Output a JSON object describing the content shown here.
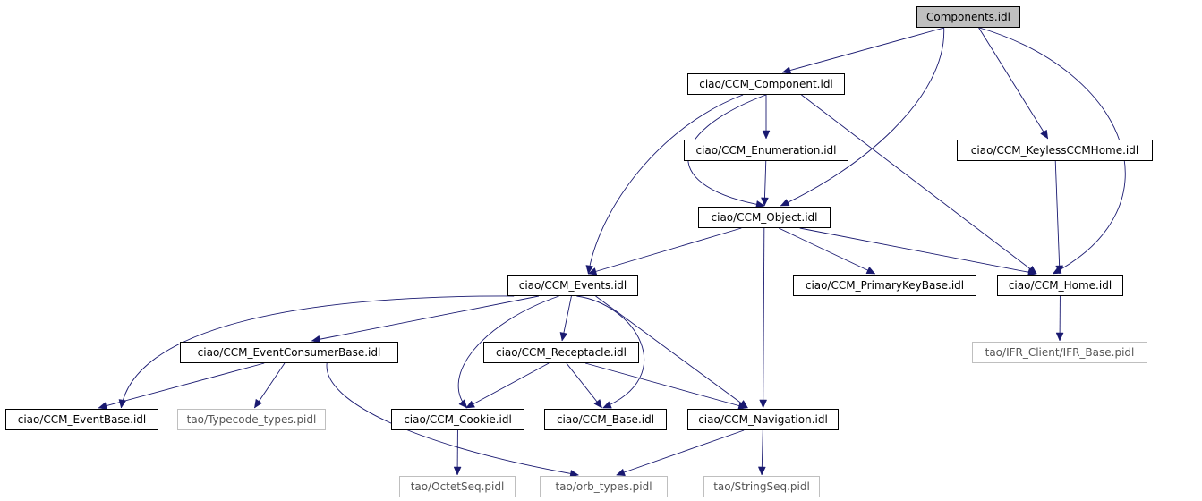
{
  "nodes": {
    "components": "Components.idl",
    "ccm_component": "ciao/CCM_Component.idl",
    "ccm_enumeration": "ciao/CCM_Enumeration.idl",
    "ccm_keylessccmhome": "ciao/CCM_KeylessCCMHome.idl",
    "ccm_object": "ciao/CCM_Object.idl",
    "ccm_events": "ciao/CCM_Events.idl",
    "ccm_primarykeybase": "ciao/CCM_PrimaryKeyBase.idl",
    "ccm_home": "ciao/CCM_Home.idl",
    "ccm_eventconsumerbase": "ciao/CCM_EventConsumerBase.idl",
    "ccm_receptacle": "ciao/CCM_Receptacle.idl",
    "ifr_base": "tao/IFR_Client/IFR_Base.pidl",
    "ccm_eventbase": "ciao/CCM_EventBase.idl",
    "typecode_types": "tao/Typecode_types.pidl",
    "ccm_cookie": "ciao/CCM_Cookie.idl",
    "ccm_base": "ciao/CCM_Base.idl",
    "ccm_navigation": "ciao/CCM_Navigation.idl",
    "octetseq": "tao/OctetSeq.pidl",
    "orb_types": "tao/orb_types.pidl",
    "stringseq": "tao/StringSeq.pidl"
  },
  "edges": [
    [
      "components",
      "ccm_component"
    ],
    [
      "components",
      "ccm_object"
    ],
    [
      "components",
      "ccm_keylessccmhome"
    ],
    [
      "components",
      "ccm_home"
    ],
    [
      "ccm_component",
      "ccm_enumeration"
    ],
    [
      "ccm_component",
      "ccm_object"
    ],
    [
      "ccm_component",
      "ccm_events"
    ],
    [
      "ccm_component",
      "ccm_home"
    ],
    [
      "ccm_enumeration",
      "ccm_object"
    ],
    [
      "ccm_keylessccmhome",
      "ccm_home"
    ],
    [
      "ccm_object",
      "ccm_events"
    ],
    [
      "ccm_object",
      "ccm_primarykeybase"
    ],
    [
      "ccm_object",
      "ccm_home"
    ],
    [
      "ccm_object",
      "ccm_navigation"
    ],
    [
      "ccm_home",
      "ifr_base"
    ],
    [
      "ccm_events",
      "ccm_eventconsumerbase"
    ],
    [
      "ccm_events",
      "ccm_receptacle"
    ],
    [
      "ccm_events",
      "ccm_eventbase"
    ],
    [
      "ccm_events",
      "ccm_cookie"
    ],
    [
      "ccm_events",
      "ccm_base"
    ],
    [
      "ccm_events",
      "ccm_navigation"
    ],
    [
      "ccm_eventconsumerbase",
      "ccm_eventbase"
    ],
    [
      "ccm_eventconsumerbase",
      "typecode_types"
    ],
    [
      "ccm_eventconsumerbase",
      "orb_types"
    ],
    [
      "ccm_receptacle",
      "ccm_cookie"
    ],
    [
      "ccm_receptacle",
      "ccm_base"
    ],
    [
      "ccm_receptacle",
      "ccm_navigation"
    ],
    [
      "ccm_cookie",
      "octetseq"
    ],
    [
      "ccm_navigation",
      "orb_types"
    ],
    [
      "ccm_navigation",
      "stringseq"
    ]
  ]
}
